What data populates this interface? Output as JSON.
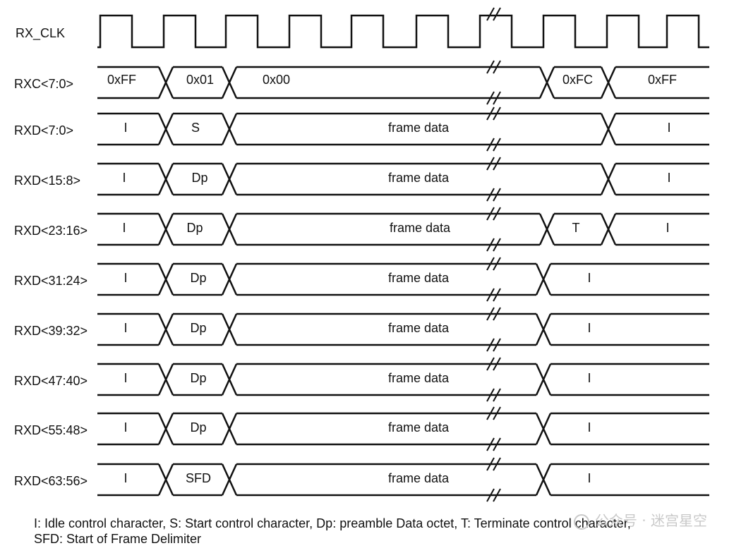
{
  "clock": {
    "label": "RX_CLK"
  },
  "buses": [
    {
      "label": "RXC<7:0>",
      "segments": [
        "0xFF",
        "0x01",
        "0x00",
        "0xFC",
        "0xFF"
      ]
    },
    {
      "label": "RXD<7:0>",
      "segments": [
        "I",
        "S",
        "frame data",
        "I"
      ]
    },
    {
      "label": "RXD<15:8>",
      "segments": [
        "I",
        "Dp",
        "frame data",
        "I"
      ]
    },
    {
      "label": "RXD<23:16>",
      "segments": [
        "I",
        "Dp",
        "frame data",
        "T",
        "I"
      ]
    },
    {
      "label": "RXD<31:24>",
      "segments": [
        "I",
        "Dp",
        "frame data",
        "I"
      ]
    },
    {
      "label": "RXD<39:32>",
      "segments": [
        "I",
        "Dp",
        "frame data",
        "I"
      ]
    },
    {
      "label": "RXD<47:40>",
      "segments": [
        "I",
        "Dp",
        "frame data",
        "I"
      ]
    },
    {
      "label": "RXD<55:48>",
      "segments": [
        "I",
        "Dp",
        "frame data",
        "I"
      ]
    },
    {
      "label": "RXD<63:56>",
      "segments": [
        "I",
        "SFD",
        "frame data",
        "I"
      ]
    }
  ],
  "legend": {
    "line1": "I: Idle control character, S: Start control character, Dp: preamble Data octet, T: Terminate control character,",
    "line2": "SFD: Start of Frame Delimiter"
  },
  "watermark": "公众号 · 迷宫星空",
  "icons": {
    "watermark": "wechat-icon",
    "break": "double-slash-break-mark"
  }
}
